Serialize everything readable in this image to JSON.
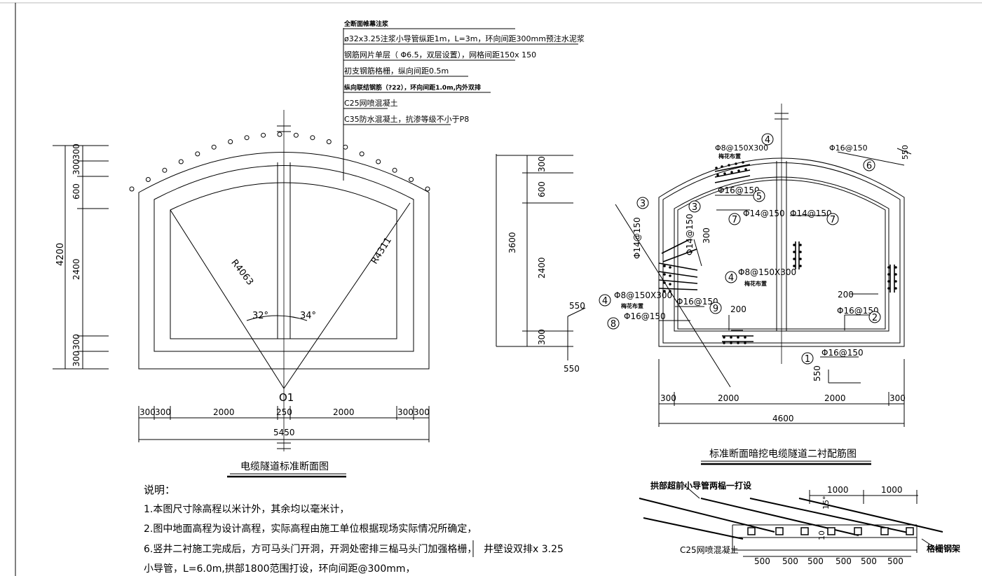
{
  "layer_notes": [
    "全断面帷幕注浆",
    "ø32x3.25注浆小导管纵距1m，L=3m，环向间距300mm预注水泥浆",
    "钢筋网片单层（ Φ6.5，双层设置），网格间距150x 150",
    "初支钢筋格栅，纵向间距0.5m",
    "纵向联结钢筋（?22），环向间距1.0m,内外双排",
    "C25网喷混凝土",
    "C35防水混凝土，抗渗等级不小于P8"
  ],
  "left_section": {
    "title": "电缆隧道标准断面图",
    "radius_left": "R4063",
    "radius_right": "R4311",
    "angle_left": "32°",
    "angle_right": "34°",
    "center_label": "O1",
    "vdims": [
      "4200",
      "300",
      "300",
      "600",
      "2400",
      "300",
      "300"
    ],
    "hdims": [
      "300",
      "300",
      "2000",
      "250",
      "2000",
      "300",
      "300"
    ],
    "total_width": "5450"
  },
  "right_section": {
    "title": "标准断面暗挖电缆隧道二衬配筋图",
    "vdims": [
      "3600",
      "300",
      "600",
      "2400",
      "300"
    ],
    "hdims": [
      "300",
      "2000",
      "2000",
      "300"
    ],
    "total_width": "4600",
    "labels": {
      "l4": "Φ8@150X300",
      "l4_sub": "梅花布置",
      "l6": "Φ16@150",
      "l6_dim": "550",
      "l5": "Φ16@150",
      "l3a": "Φ14@150",
      "l3b": "Φ14@150",
      "d300": "300",
      "l7a": "Φ14@150",
      "l7b": "Φ14@150",
      "l4b": "Φ8@150X300",
      "l4b_sub": "梅花布置",
      "l4c": "Φ8@150X300",
      "l4c_sub": "梅花布置",
      "d550_left": "550",
      "d550_left2": "550",
      "l9": "Φ16@150",
      "l8": "Φ16@150",
      "d200a": "200",
      "d200b": "200",
      "l2": "Φ16@150",
      "l1": "Φ16@150",
      "d550_bottom": "550",
      "n1": "1",
      "n2": "2",
      "n3": "3",
      "n4": "4",
      "n5": "5",
      "n6": "6",
      "n7": "7",
      "n8": "8",
      "n9": "9"
    }
  },
  "notes": {
    "heading": "说明：",
    "items": [
      "1.本图尺寸除高程以米计外，其余均以毫米计，",
      "2.图中地面高程为设计高程，实际高程由施工单位根据现场实际情况所确定，",
      "6.竖井二衬施工完成后，方可马头门开洞，开洞处密排三榀马头门加强格栅，",
      "井壁设双排x 3.25",
      "小导管，L=6.0m,拱部1800范围打设，环向间距@300mm，"
    ]
  },
  "detail": {
    "label_pipe": "拱部超前小导管两榀一打设",
    "label_shot": "C25网喷混凝土",
    "label_frame": "格栅钢架",
    "dim_1000a": "1000",
    "dim_1000b": "1000",
    "angle": "15°",
    "dim_10": "10",
    "dims_500": [
      "500",
      "500",
      "500",
      "500",
      "500",
      "500"
    ]
  }
}
